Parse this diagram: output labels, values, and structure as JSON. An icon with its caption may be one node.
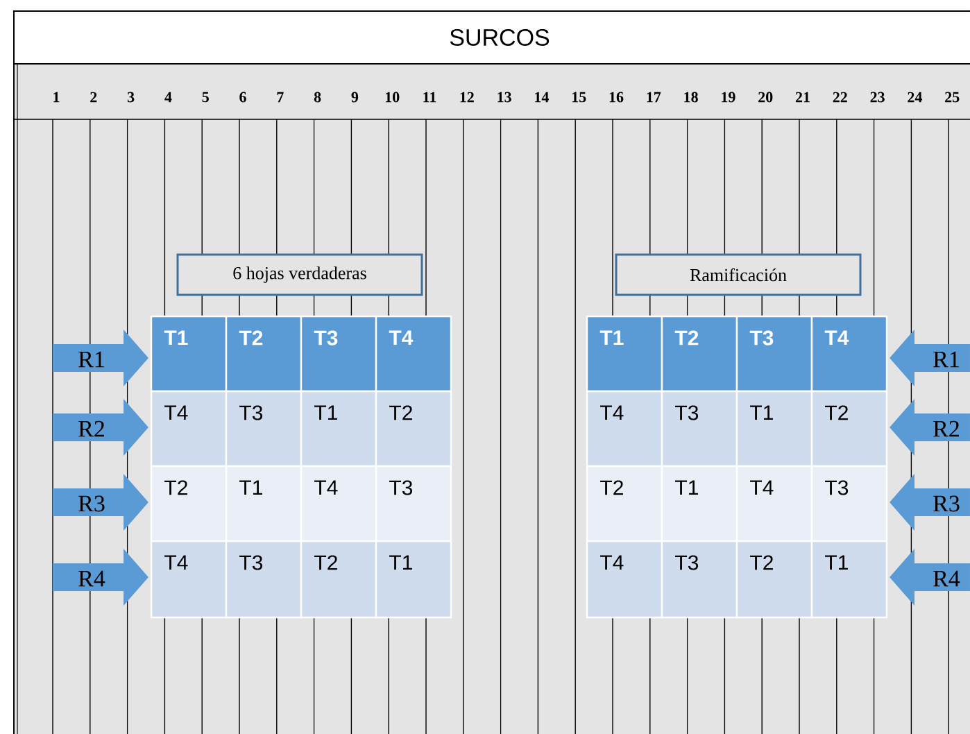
{
  "diagram": {
    "title": "SURCOS",
    "nodes": [
      {
        "text": [
          "6 hojas verdaderas"
        ]
      },
      {
        "text": [
          "T1",
          "T2",
          "T3",
          "T4",
          "T4",
          "T3",
          "T1",
          "T2",
          "T2",
          "T1",
          "T4",
          "T3",
          "T4",
          "T3",
          "T2",
          "T1"
        ]
      },
      {
        "text": [
          "Ramificación"
        ]
      },
      {
        "text": [
          "T1",
          "T2",
          "T3",
          "T4",
          "T4",
          "T3",
          "T1",
          "T2",
          "T2",
          "T1",
          "T4",
          "T3",
          "T4",
          "T3",
          "T2",
          "T1"
        ]
      }
    ],
    "edges": [
      {
        "from": null,
        "to": 1,
        "arrow": "to",
        "label": "R1"
      },
      {
        "from": null,
        "to": 1,
        "arrow": "to",
        "label": "R2"
      },
      {
        "from": null,
        "to": 1,
        "arrow": "to",
        "label": "R3"
      },
      {
        "from": null,
        "to": 1,
        "arrow": "to",
        "label": "R4"
      },
      {
        "from": null,
        "to": 3,
        "arrow": "to",
        "label": "R1"
      },
      {
        "from": null,
        "to": 3,
        "arrow": "to",
        "label": "R2"
      },
      {
        "from": null,
        "to": 3,
        "arrow": "to",
        "label": "R3"
      },
      {
        "from": null,
        "to": 3,
        "arrow": "to",
        "label": "R4"
      }
    ],
    "labels": [
      "1",
      "2",
      "3",
      "4",
      "5",
      "6",
      "7",
      "8",
      "9",
      "10",
      "11",
      "12",
      "13",
      "14",
      "15",
      "16",
      "17",
      "18",
      "19",
      "20",
      "21",
      "22",
      "23",
      "24",
      "25"
    ]
  }
}
